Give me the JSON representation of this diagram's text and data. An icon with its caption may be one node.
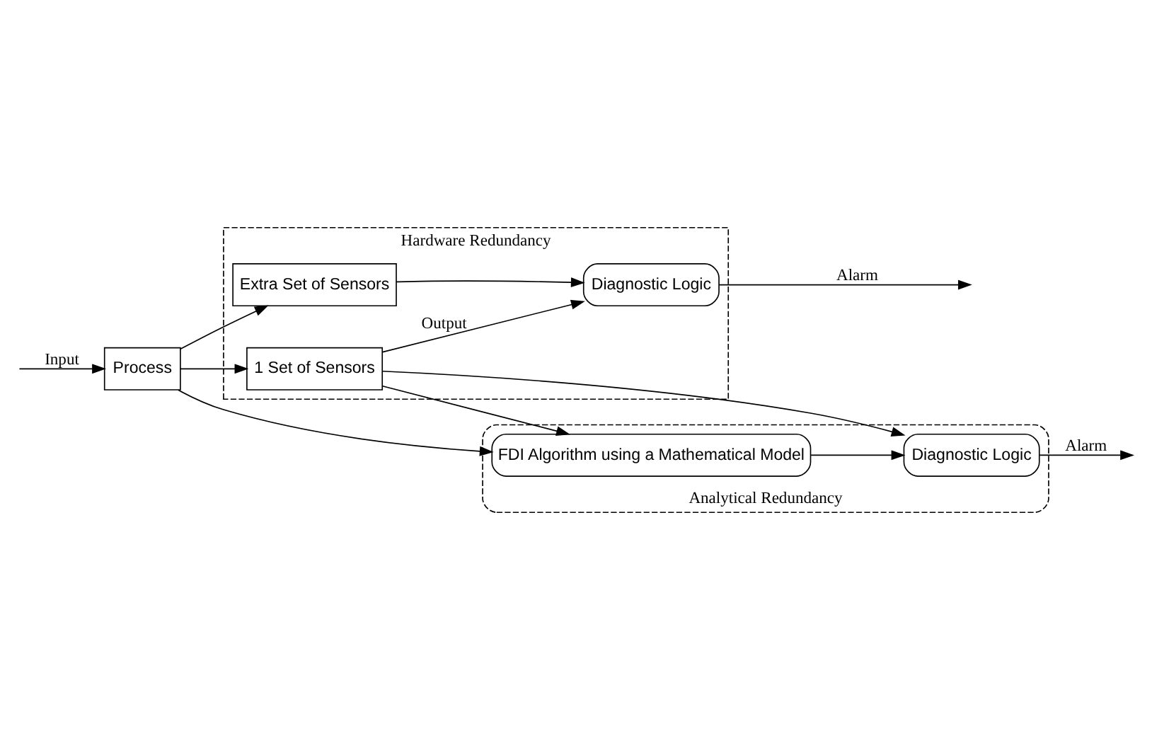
{
  "diagram": {
    "nodes": [
      {
        "text": [
          "Hardware Redundancy"
        ]
      },
      {
        "text": [
          "Process"
        ]
      },
      {
        "text": [
          "Extra Set of Sensors"
        ],
        "in": 0
      },
      {
        "text": [
          "1 Set of Sensors"
        ],
        "in": 0
      },
      {
        "text": [
          "Diagnostic Logic"
        ],
        "in": 0
      },
      {
        "text": [
          "Analytical Redundancy"
        ]
      },
      {
        "text": [
          "FDI Algorithm using a Mathematical Model"
        ],
        "in": 5
      },
      {
        "text": [
          "Diagnostic Logic"
        ],
        "in": 5
      }
    ],
    "edges": [
      {
        "from": null,
        "to": 1,
        "arrow": "to",
        "label": "Input"
      },
      {
        "from": 1,
        "to": 2,
        "arrow": "to"
      },
      {
        "from": 1,
        "to": 3,
        "arrow": "to"
      },
      {
        "from": 2,
        "to": 4,
        "arrow": "to"
      },
      {
        "from": 3,
        "to": 4,
        "arrow": "to",
        "label": "Output"
      },
      {
        "from": 3,
        "to": 6,
        "arrow": "to"
      },
      {
        "from": 3,
        "to": 7,
        "arrow": "to"
      },
      {
        "from": 1,
        "to": 6,
        "arrow": "to"
      },
      {
        "from": 6,
        "to": 7,
        "arrow": "to"
      },
      {
        "from": 4,
        "to": null,
        "arrow": "to",
        "label": "Alarm"
      },
      {
        "from": 7,
        "to": null,
        "arrow": "to",
        "label": "Alarm"
      }
    ]
  }
}
